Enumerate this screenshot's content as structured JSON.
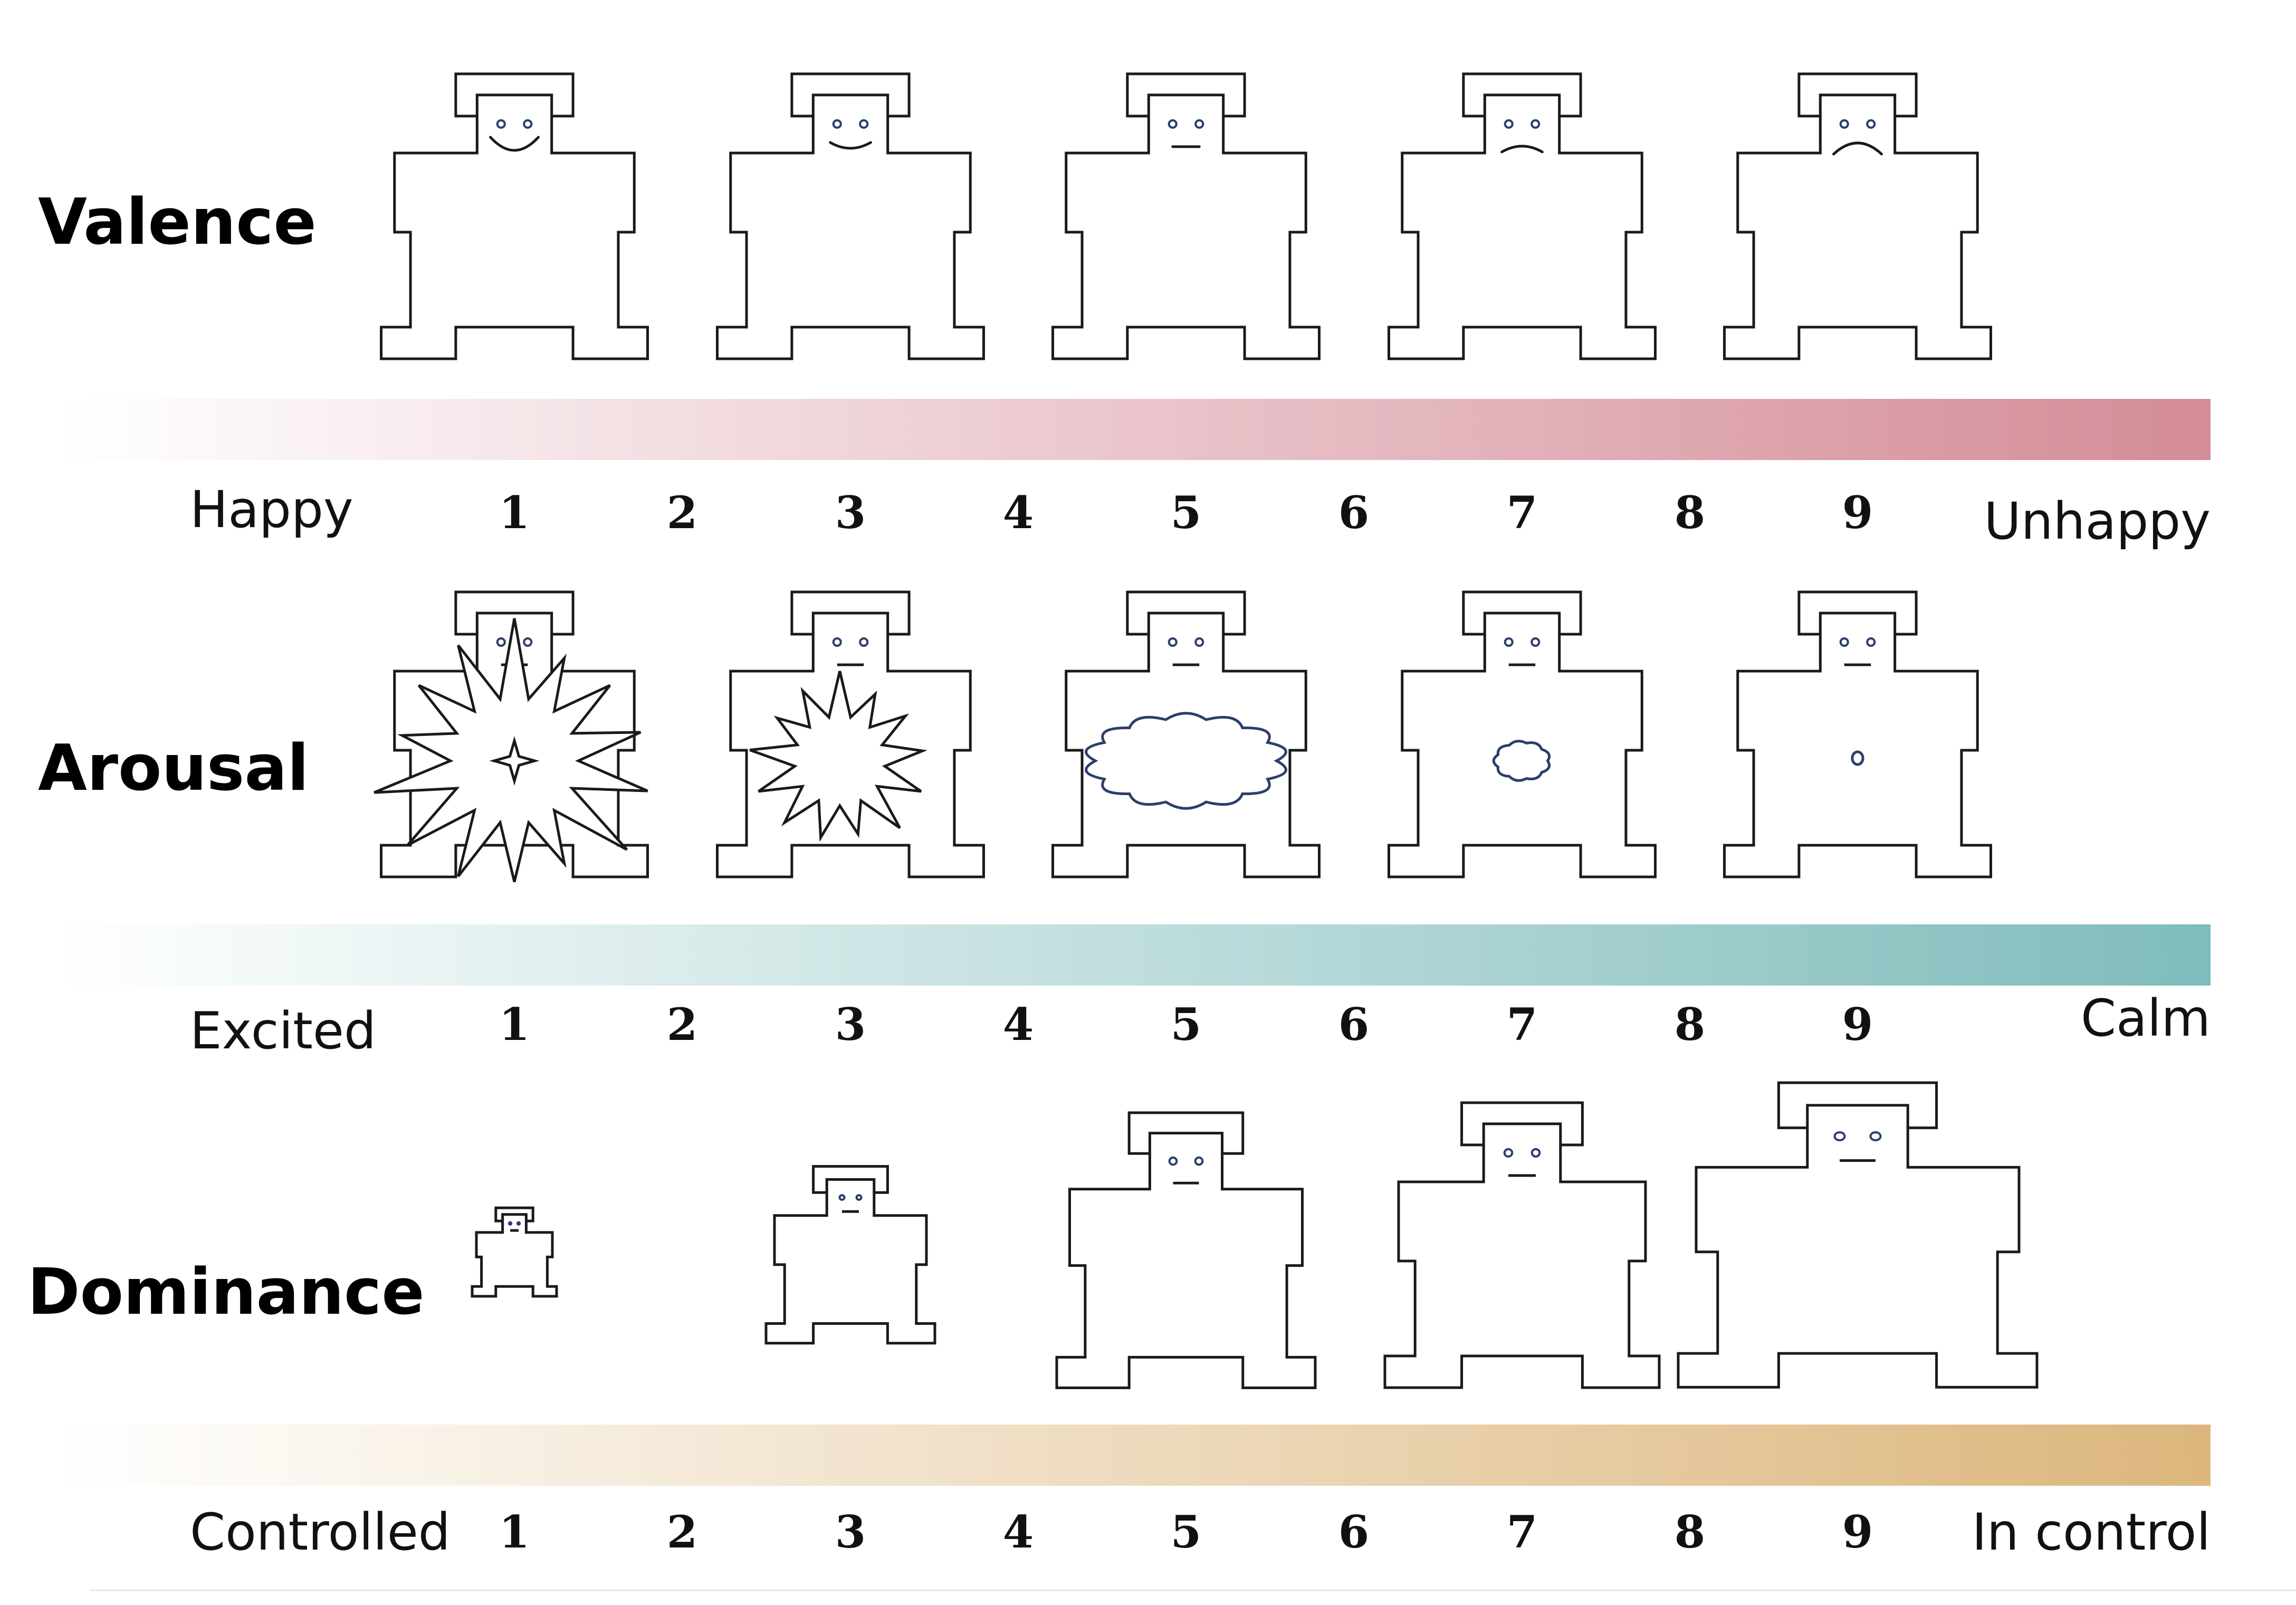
{
  "rows": [
    {
      "title": "Valence",
      "left_label": "Happy",
      "right_label": "Unhappy",
      "gradient": {
        "from": "#ffffff",
        "to": "#d48c98"
      },
      "scale": [
        "1",
        "2",
        "3",
        "4",
        "5",
        "6",
        "7",
        "8",
        "9"
      ],
      "figures": [
        "big-smile",
        "small-smile",
        "neutral",
        "small-frown",
        "big-frown"
      ]
    },
    {
      "title": "Arousal",
      "left_label": "Excited",
      "right_label": "Calm",
      "gradient": {
        "from": "#ffffff",
        "to": "#7fbcbb"
      },
      "scale": [
        "1",
        "2",
        "3",
        "4",
        "5",
        "6",
        "7",
        "8",
        "9"
      ],
      "figures": [
        "huge-explosion",
        "explosion",
        "large-cloud",
        "small-cloud",
        "dot"
      ]
    },
    {
      "title": "Dominance",
      "left_label": "Controlled",
      "right_label": "In control",
      "gradient": {
        "from": "#ffffff",
        "to": "#dcb67c"
      },
      "scale": [
        "1",
        "2",
        "3",
        "4",
        "5",
        "6",
        "7",
        "8",
        "9"
      ],
      "figures": [
        "tiny-figure",
        "small-figure",
        "medium-figure",
        "large-figure",
        "huge-figure"
      ]
    }
  ],
  "colors": {
    "outline": "#1a1a1a",
    "face": "#2b3f6b"
  }
}
